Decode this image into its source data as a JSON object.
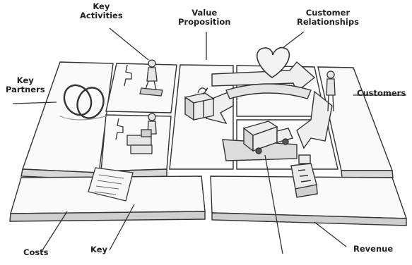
{
  "labels": {
    "key_activities_1": "Key",
    "key_activities_2": "Activities",
    "value_proposition_1": "Value",
    "value_proposition_2": "Proposition",
    "customer_relationships_1": "Customer",
    "customer_relationships_2": "Relationships",
    "key_partners_1": "Key",
    "key_partners_2": "Partners",
    "customers": "Customers",
    "costs": "Costs",
    "key_resources": "Key",
    "revenue": "Revenue"
  },
  "icons": [
    "rings-icon",
    "worker-icon",
    "boxes-icon",
    "gift-box-icon",
    "heart-icon",
    "customer-person-icon",
    "delivery-truck-icon",
    "cash-register-icon",
    "receipt-icon"
  ]
}
